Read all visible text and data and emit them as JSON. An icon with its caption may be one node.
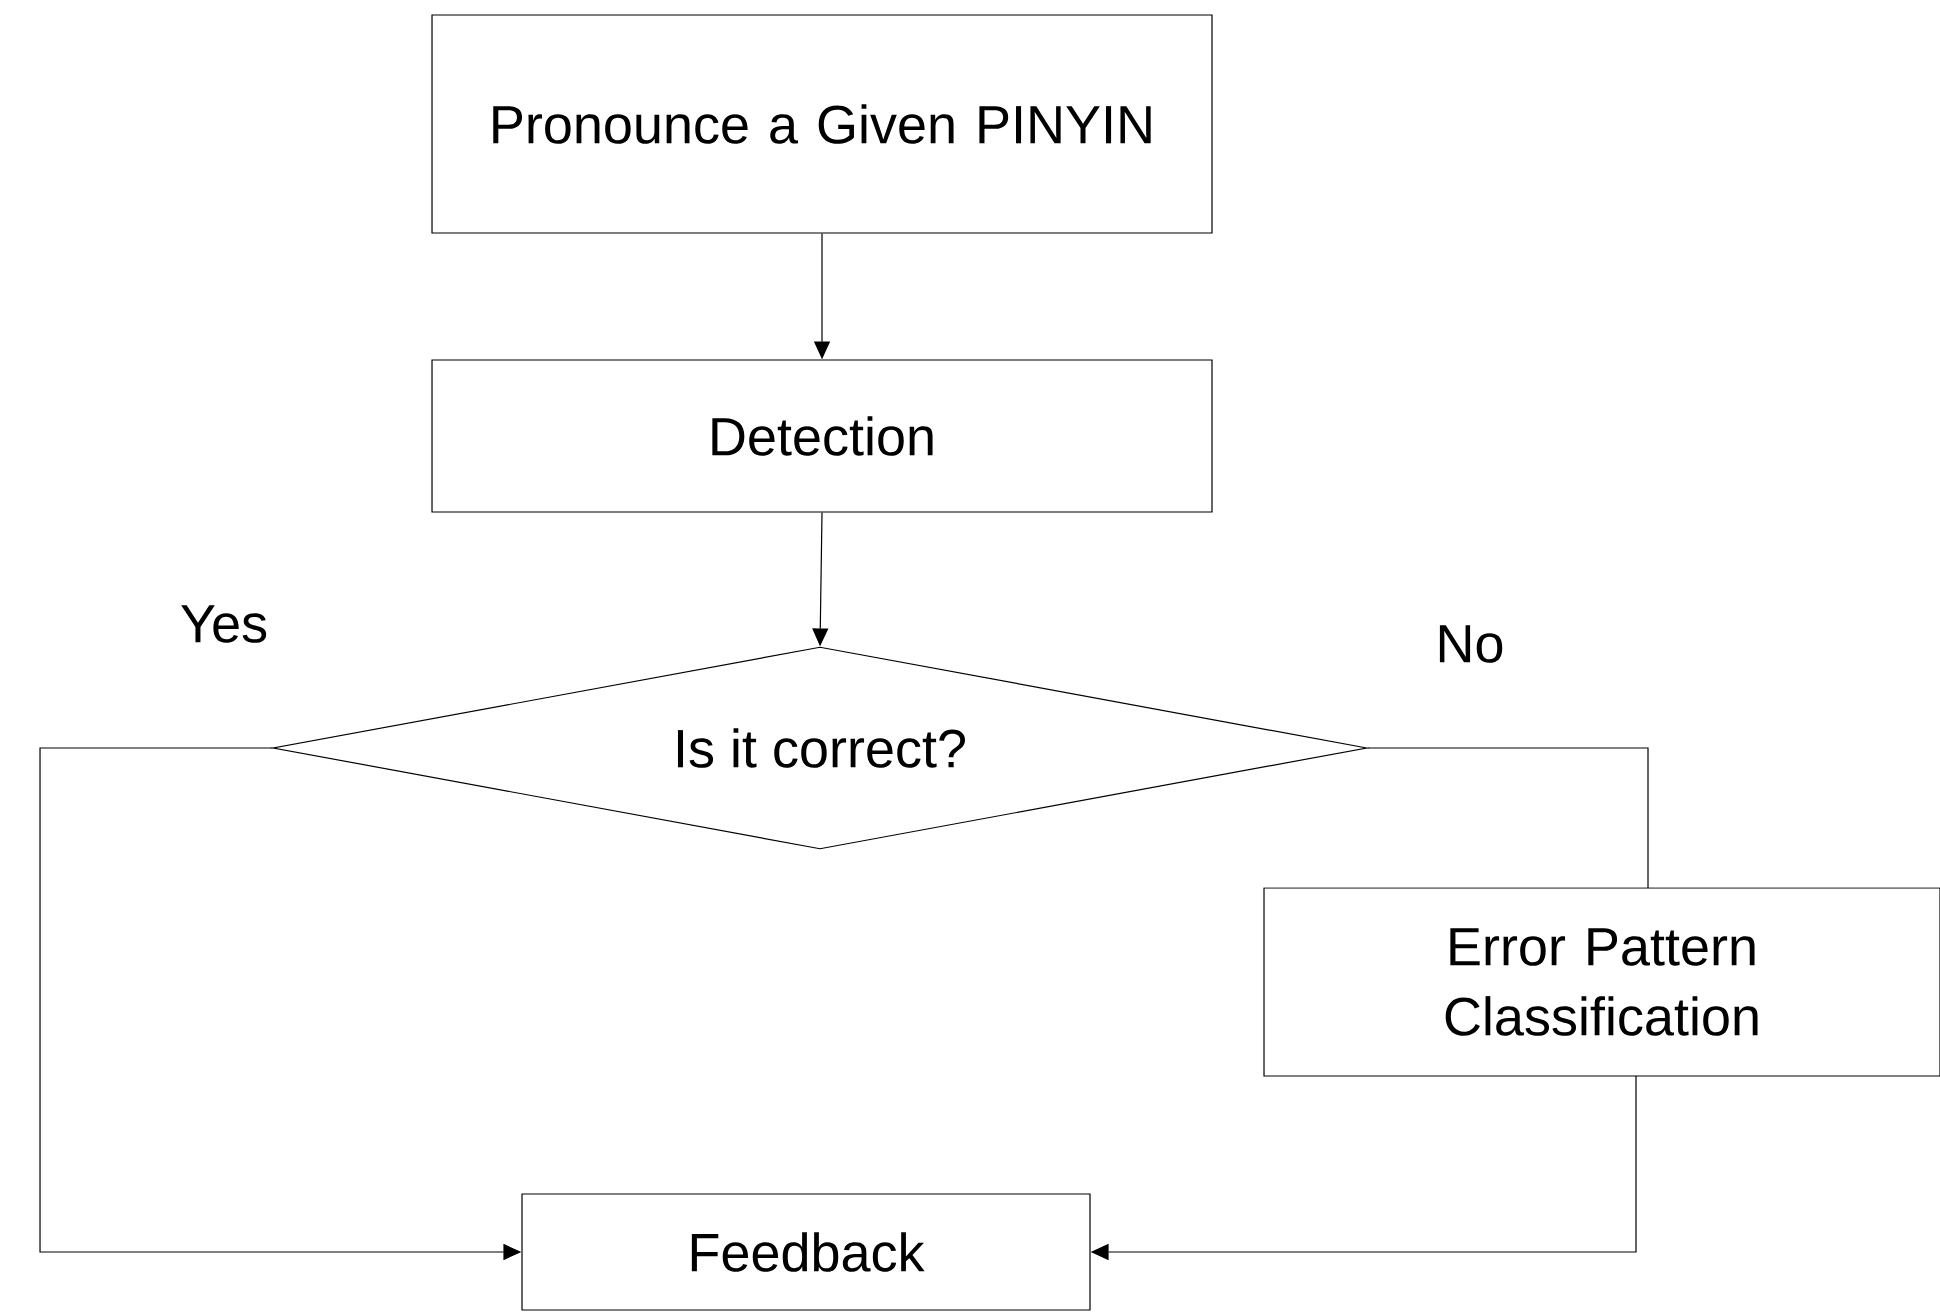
{
  "diagram": {
    "nodes": [
      {
        "text": [
          "Pronounce a Given PINYIN"
        ]
      },
      {
        "text": [
          "Detection"
        ]
      },
      {
        "text": [
          "Is it correct?"
        ]
      },
      {
        "text": [
          "Error Pattern Classification"
        ]
      },
      {
        "text": [
          "Feedback"
        ]
      }
    ],
    "edges": [
      {
        "from": 0,
        "to": 1,
        "arrow": "to"
      },
      {
        "from": 1,
        "to": 2,
        "arrow": "to"
      },
      {
        "from": 2,
        "to": 4,
        "arrow": "to",
        "label": "Yes"
      },
      {
        "from": 2,
        "to": 3,
        "arrow": "none",
        "label": "No"
      },
      {
        "from": 3,
        "to": 4,
        "arrow": "to"
      }
    ]
  }
}
